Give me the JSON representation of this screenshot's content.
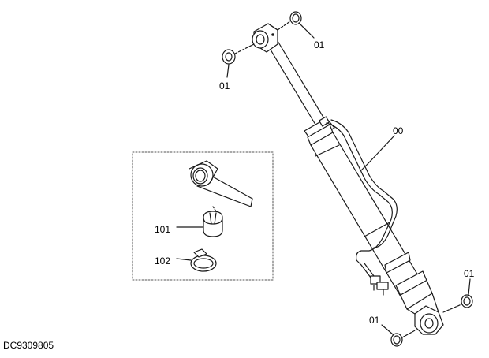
{
  "diagram": {
    "type": "exploded-parts-diagram",
    "drawing_code": "DC9309805",
    "callouts": {
      "washer_top_right": "01",
      "washer_top_left": "01",
      "cylinder_assembly": "00",
      "bushing": "101",
      "clamp": "102",
      "washer_bottom_right": "01",
      "washer_bottom_left": "01"
    }
  },
  "colors": {
    "line": "#1a1a1a",
    "background": "#ffffff",
    "detail_box": "#555555"
  }
}
